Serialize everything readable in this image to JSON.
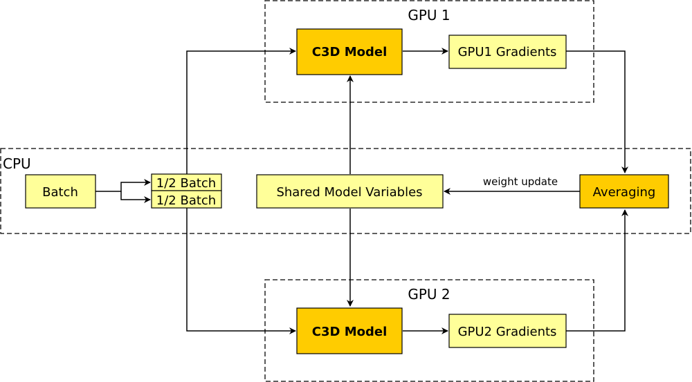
{
  "groups": {
    "gpu1": "GPU 1",
    "cpu": "CPU",
    "gpu2": "GPU 2"
  },
  "nodes": {
    "c3d_model_gpu1": "C3D Model",
    "gpu1_gradients": "GPU1 Gradients",
    "batch": "Batch",
    "half_batch_1": "1/2 Batch",
    "half_batch_2": "1/2 Batch",
    "shared_model_variables": "Shared Model Variables",
    "averaging": "Averaging",
    "c3d_model_gpu2": "C3D Model",
    "gpu2_gradients": "GPU2 Gradients"
  },
  "edges": {
    "weight_update": "weight update"
  },
  "colors": {
    "light_node": "#ffff99",
    "dark_node": "#ffcc00"
  }
}
